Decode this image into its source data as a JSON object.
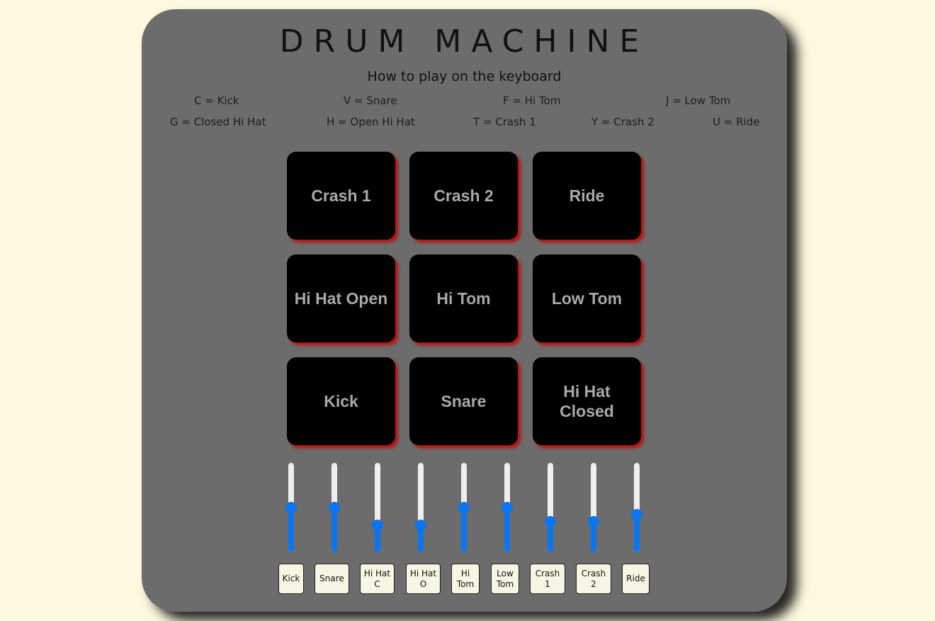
{
  "title": "DRUM MACHINE",
  "subtitle": "How to play on the keyboard",
  "keys": [
    "C = Kick",
    "V = Snare",
    "F = Hi Tom",
    "J = Low Tom",
    "G = Closed Hi Hat",
    "H = Open Hi Hat",
    "T = Crash 1",
    "Y = Crash 2",
    "U = Ride"
  ],
  "pads": {
    "crash1": "Crash 1",
    "crash2": "Crash 2",
    "ride": "Ride",
    "hihat_open": "Hi Hat Open",
    "hi_tom": "Hi Tom",
    "low_tom": "Low Tom",
    "kick": "Kick",
    "snare": "Snare",
    "hihat_closed_line1": "Hi Hat",
    "hihat_closed_line2": "Closed"
  },
  "volume_levels": [
    0.5,
    0.5,
    0.27,
    0.27,
    0.5,
    0.5,
    0.32,
    0.32,
    0.41
  ],
  "labels": [
    [
      "Kick"
    ],
    [
      "Snare"
    ],
    [
      "Hi Hat",
      "C"
    ],
    [
      "Hi Hat",
      "O"
    ],
    [
      "Hi",
      "Tom"
    ],
    [
      "Low",
      "Tom"
    ],
    [
      "Crash",
      "1"
    ],
    [
      "Crash",
      "2"
    ],
    [
      "Ride"
    ]
  ],
  "colors": {
    "background": "#fdf8df",
    "panel": "#6c6c6c",
    "pad": "#000000",
    "pad_glow": "#be0c0c",
    "slider_accent": "#0b74ef"
  }
}
